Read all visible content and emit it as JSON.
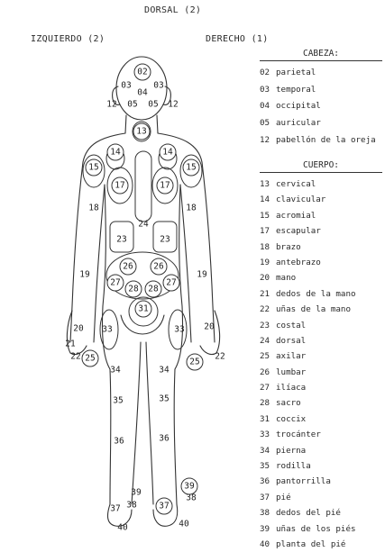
{
  "titles": {
    "view": "DORSAL (2)",
    "left": "IZQUIERDO (2)",
    "right": "DERECHO (1)"
  },
  "legend_head": {
    "header": "CABEZA:",
    "items": [
      {
        "code": "02",
        "label": "parietal"
      },
      {
        "code": "03",
        "label": "temporal"
      },
      {
        "code": "04",
        "label": "occipital"
      },
      {
        "code": "05",
        "label": "auricular"
      },
      {
        "code": "12",
        "label": "pabellón de la oreja"
      }
    ]
  },
  "legend_body": {
    "header": "CUERPO:",
    "items": [
      {
        "code": "13",
        "label": "cervical"
      },
      {
        "code": "14",
        "label": "clavicular"
      },
      {
        "code": "15",
        "label": "acromial"
      },
      {
        "code": "17",
        "label": "escapular"
      },
      {
        "code": "18",
        "label": "brazo"
      },
      {
        "code": "19",
        "label": "antebrazo"
      },
      {
        "code": "20",
        "label": "mano"
      },
      {
        "code": "21",
        "label": "dedos de la mano"
      },
      {
        "code": "22",
        "label": "uñas de la mano"
      },
      {
        "code": "23",
        "label": "costal"
      },
      {
        "code": "24",
        "label": "dorsal"
      },
      {
        "code": "25",
        "label": "axilar"
      },
      {
        "code": "26",
        "label": "lumbar"
      },
      {
        "code": "27",
        "label": "ilíaca"
      },
      {
        "code": "28",
        "label": "sacro"
      },
      {
        "code": "31",
        "label": "coccix"
      },
      {
        "code": "33",
        "label": "trocánter"
      },
      {
        "code": "34",
        "label": "pierna"
      },
      {
        "code": "35",
        "label": "rodilla"
      },
      {
        "code": "36",
        "label": "pantorrilla"
      },
      {
        "code": "37",
        "label": "pié"
      },
      {
        "code": "38",
        "label": "dedos del pié"
      },
      {
        "code": "39",
        "label": "uñas de los piés"
      },
      {
        "code": "40",
        "label": "planta del pié"
      }
    ]
  },
  "figure_labels": [
    "02",
    "03",
    "03",
    "04",
    "05",
    "05",
    "12",
    "12",
    "13",
    "14",
    "14",
    "15",
    "15",
    "17",
    "17",
    "18",
    "18",
    "24",
    "23",
    "23",
    "19",
    "19",
    "26",
    "26",
    "27",
    "27",
    "28",
    "28",
    "31",
    "33",
    "33",
    "20",
    "20",
    "21",
    "22",
    "22",
    "25",
    "25",
    "34",
    "34",
    "35",
    "35",
    "36",
    "36",
    "39",
    "39",
    "37",
    "37",
    "38",
    "38",
    "40",
    "40"
  ]
}
